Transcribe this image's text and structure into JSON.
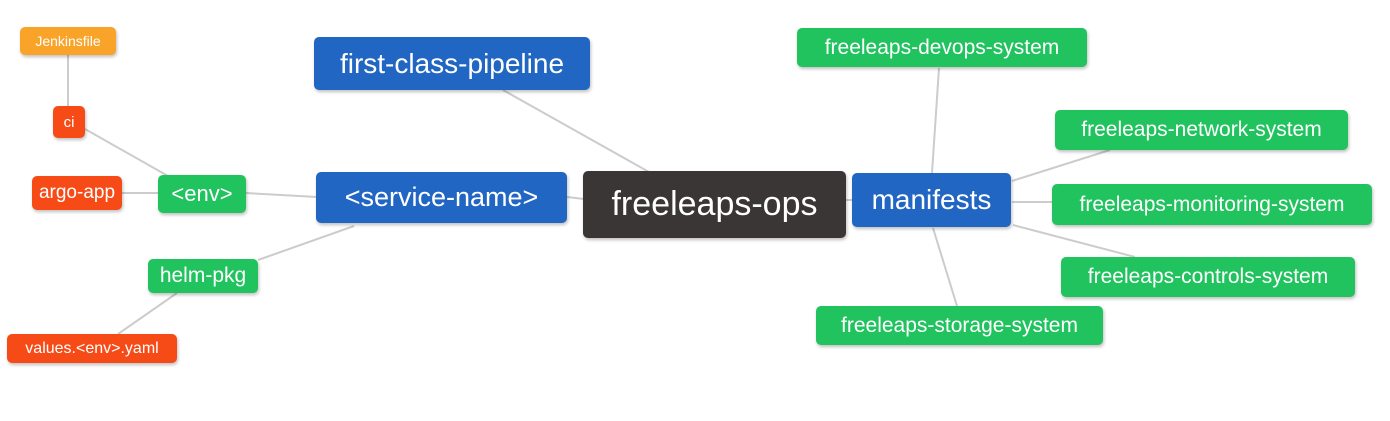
{
  "diagram": {
    "background": "#ffffff",
    "edge_color": "#cccccc",
    "palette": {
      "blue": "#2066C2",
      "green": "#21C35F",
      "red": "#F74B17",
      "orange": "#F9A428",
      "dark": "#3A3636",
      "text": "#ffffff"
    },
    "nodes": {
      "jenkinsfile": {
        "label": "Jenkinsfile",
        "color": "orange"
      },
      "ci": {
        "label": "ci",
        "color": "red"
      },
      "argo_app": {
        "label": "argo-app",
        "color": "red"
      },
      "env": {
        "label": "<env>",
        "color": "green"
      },
      "helm_pkg": {
        "label": "helm-pkg",
        "color": "green"
      },
      "values_env_yaml": {
        "label": "values.<env>.yaml",
        "color": "red"
      },
      "first_class_pipeline": {
        "label": "first-class-pipeline",
        "color": "blue"
      },
      "service_name": {
        "label": "<service-name>",
        "color": "blue"
      },
      "freeleaps_ops": {
        "label": "freeleaps-ops",
        "color": "dark"
      },
      "manifests": {
        "label": "manifests",
        "color": "blue"
      },
      "devops": {
        "label": "freeleaps-devops-system",
        "color": "green"
      },
      "network": {
        "label": "freeleaps-network-system",
        "color": "green"
      },
      "monitoring": {
        "label": "freeleaps-monitoring-system",
        "color": "green"
      },
      "controls": {
        "label": "freeleaps-controls-system",
        "color": "green"
      },
      "storage": {
        "label": "freeleaps-storage-system",
        "color": "green"
      }
    },
    "edges": [
      {
        "from": "jenkinsfile",
        "to": "ci"
      },
      {
        "from": "ci",
        "to": "env"
      },
      {
        "from": "argo_app",
        "to": "env"
      },
      {
        "from": "env",
        "to": "service_name"
      },
      {
        "from": "service_name",
        "to": "helm_pkg"
      },
      {
        "from": "helm_pkg",
        "to": "values_env_yaml"
      },
      {
        "from": "first_class_pipeline",
        "to": "freeleaps_ops"
      },
      {
        "from": "service_name",
        "to": "freeleaps_ops"
      },
      {
        "from": "freeleaps_ops",
        "to": "manifests"
      },
      {
        "from": "manifests",
        "to": "devops"
      },
      {
        "from": "manifests",
        "to": "network"
      },
      {
        "from": "manifests",
        "to": "monitoring"
      },
      {
        "from": "manifests",
        "to": "controls"
      },
      {
        "from": "manifests",
        "to": "storage"
      }
    ]
  }
}
